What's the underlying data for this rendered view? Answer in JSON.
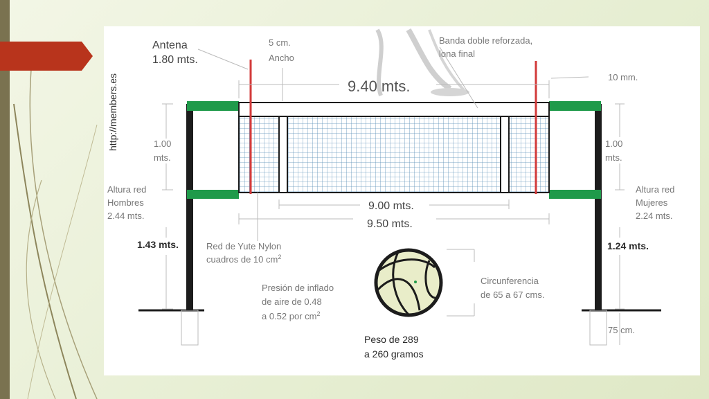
{
  "watermark": "http://members.es",
  "antenna": {
    "title": "Antena",
    "height": "1.80 mts."
  },
  "antenna_width": {
    "line1": "5 cm.",
    "line2": "Ancho"
  },
  "band": {
    "line1": "Banda doble reforzada,",
    "line2": "lona final"
  },
  "top_length": "9.40 mts.",
  "band_height": "10 mm.",
  "left_span": {
    "line1": "1.00",
    "line2": "mts."
  },
  "right_span": {
    "line1": "1.00",
    "line2": "mts."
  },
  "men": {
    "line1": "Altura red",
    "line2": "Hombres",
    "line3": "2.44 mts."
  },
  "women": {
    "line1": "Altura red",
    "line2": "Mujeres",
    "line3": "2.24 mts."
  },
  "net_width": "9.00 mts.",
  "court_width": "9.50 mts.",
  "left_low": "1.43 mts.",
  "right_low": "1.24 mts.",
  "net_material": {
    "line1": "Red de Yute Nylon",
    "line2": "cuadros de 10 cm",
    "sup": "2"
  },
  "pressure": {
    "line1": "Presión de inflado",
    "line2": "de aire de  0.48",
    "line3": "a 0.52 por cm",
    "sup": "2"
  },
  "circumference": {
    "line1": "Circunferencia",
    "line2": "de 65 a 67 cms."
  },
  "weight": {
    "line1": "Peso de 289",
    "line2": "a 260 gramos"
  },
  "foundation": "75 cm.",
  "colors": {
    "post": "#1c1c1c",
    "green": "#1f9a4a",
    "antenna": "#d23a3a",
    "net": "#5a8fb8",
    "arrow": "#b8341c"
  }
}
